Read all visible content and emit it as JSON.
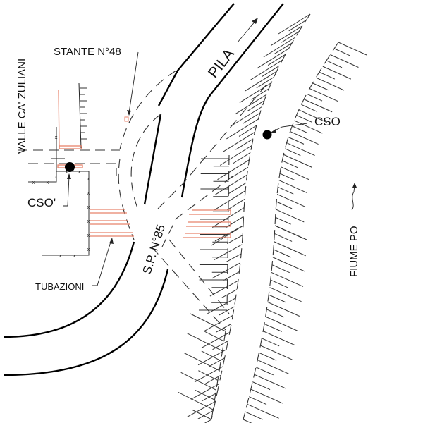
{
  "drawing": {
    "labels": {
      "stante": "STANTE N°48",
      "valle": "VALLE CA' ZULIANI",
      "pila": "PILA",
      "cso_right": "CSO",
      "cso_left": "CSO'",
      "road": "S.P. N°85",
      "tubazioni": "TUBAZIONI",
      "fiume": "FIUME PO"
    },
    "colors": {
      "line": "#000000",
      "pipe": "#e8826a",
      "background": "#ffffff"
    }
  }
}
